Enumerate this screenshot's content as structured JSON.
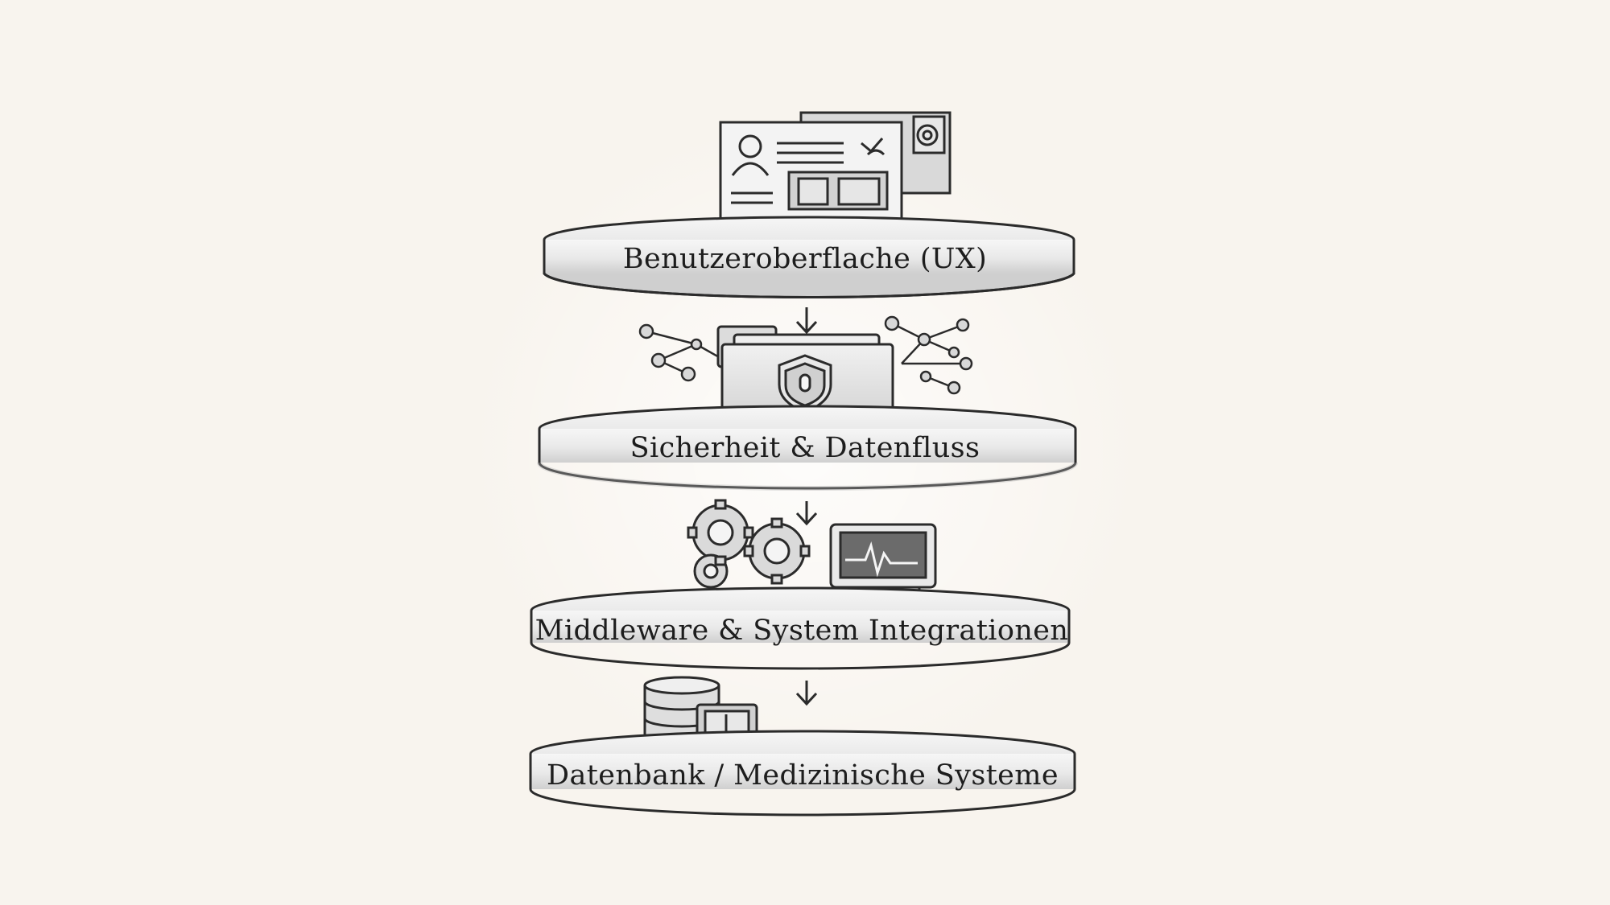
{
  "diagram": {
    "layers": [
      {
        "id": "ux",
        "label": "Benutzeroberflache (UX)",
        "icon": "user-interface-window-icon"
      },
      {
        "id": "security",
        "label": "Sicherheit & Datenfluss",
        "icon": "shield-folder-icon"
      },
      {
        "id": "middleware",
        "label": "Middleware & System Integrationen",
        "icon": "gears-monitor-icon"
      },
      {
        "id": "database",
        "label": "Datenbank / Medizinische Systeme",
        "icon": "database-icon"
      }
    ],
    "connector": "down-arrow-icon"
  },
  "colors": {
    "background": "#f8f4ee",
    "ink": "#2b2b2b",
    "disc_fill": "#e7e7e7",
    "disc_top": "#f4f4f4"
  }
}
